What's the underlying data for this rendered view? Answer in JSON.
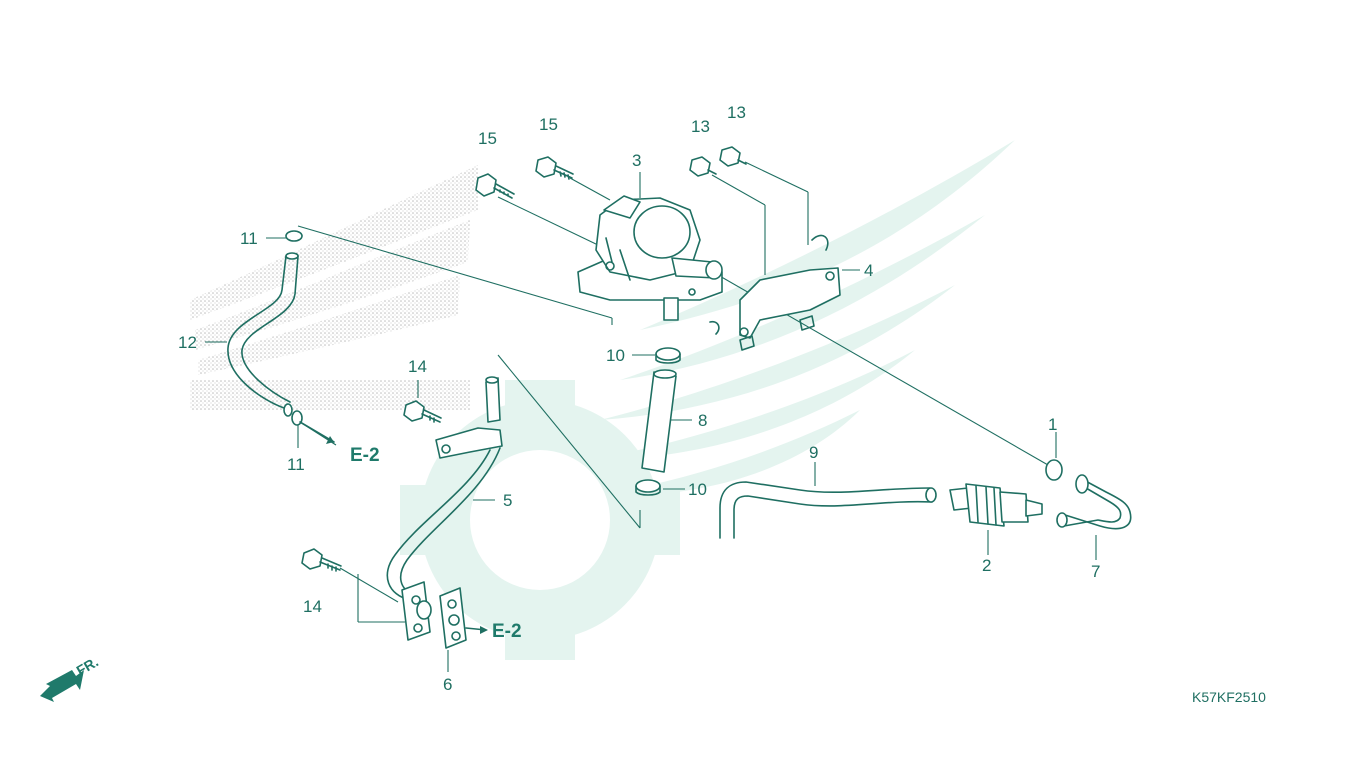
{
  "diagram": {
    "diagram_code": "K57KF2510",
    "front_indicator": "FR.",
    "reference_labels": [
      "E-2",
      "E-2"
    ],
    "callouts": [
      "1",
      "2",
      "3",
      "4",
      "5",
      "6",
      "7",
      "8",
      "9",
      "10",
      "10",
      "11",
      "11",
      "12",
      "13",
      "13",
      "14",
      "14",
      "15",
      "15"
    ],
    "colors": {
      "line": "#1f6f62",
      "watermark": "#e4f4ef",
      "stipple": "#c9c9c9",
      "background": "#ffffff"
    },
    "icons": [
      "front-arrow-icon"
    ]
  }
}
